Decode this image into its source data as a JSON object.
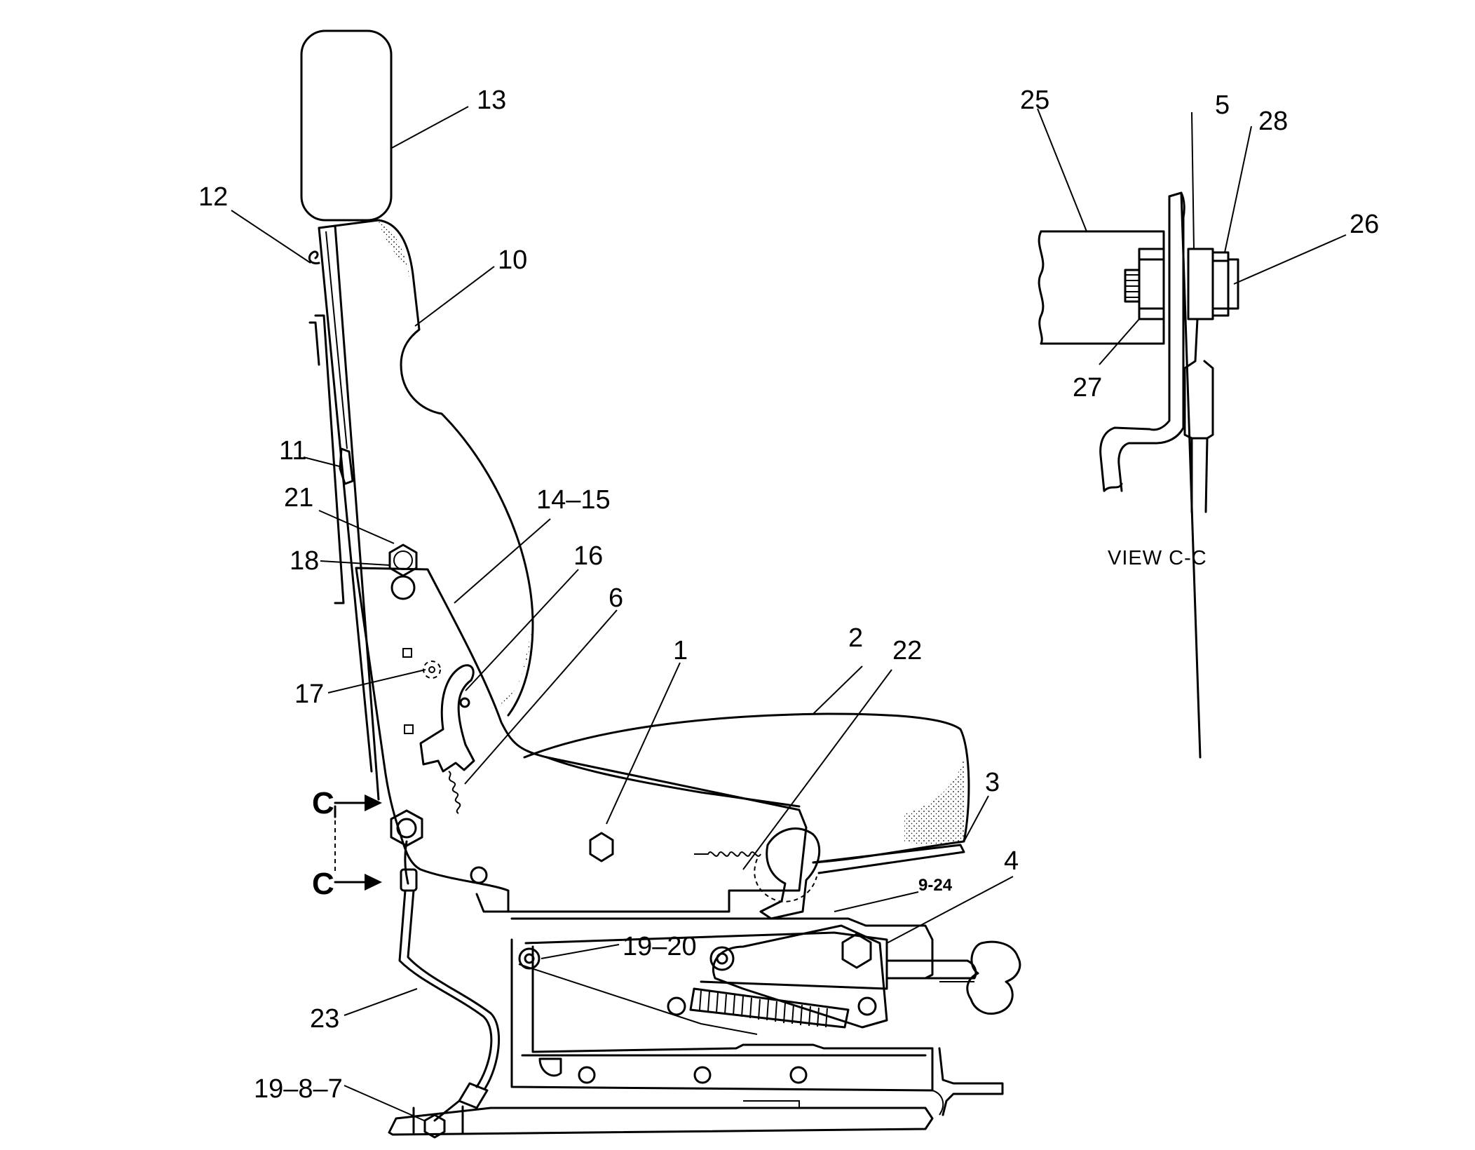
{
  "callouts": {
    "c1": "1",
    "c2": "2",
    "c3": "3",
    "c4": "4",
    "c5": "5",
    "c6": "6",
    "c10": "10",
    "c11": "11",
    "c12": "12",
    "c13": "13",
    "c14_15": "14–15",
    "c16": "16",
    "c17": "17",
    "c18": "18",
    "c19_20": "19–20",
    "c19_8_7": "19–8–7",
    "c21": "21",
    "c22": "22",
    "c23": "23",
    "c25": "25",
    "c26": "26",
    "c27": "27",
    "c28": "28",
    "c9_24": "9-24"
  },
  "section": {
    "top_letter": "C",
    "bottom_letter": "C"
  },
  "detail_view": {
    "label": "VIEW  C-C"
  }
}
